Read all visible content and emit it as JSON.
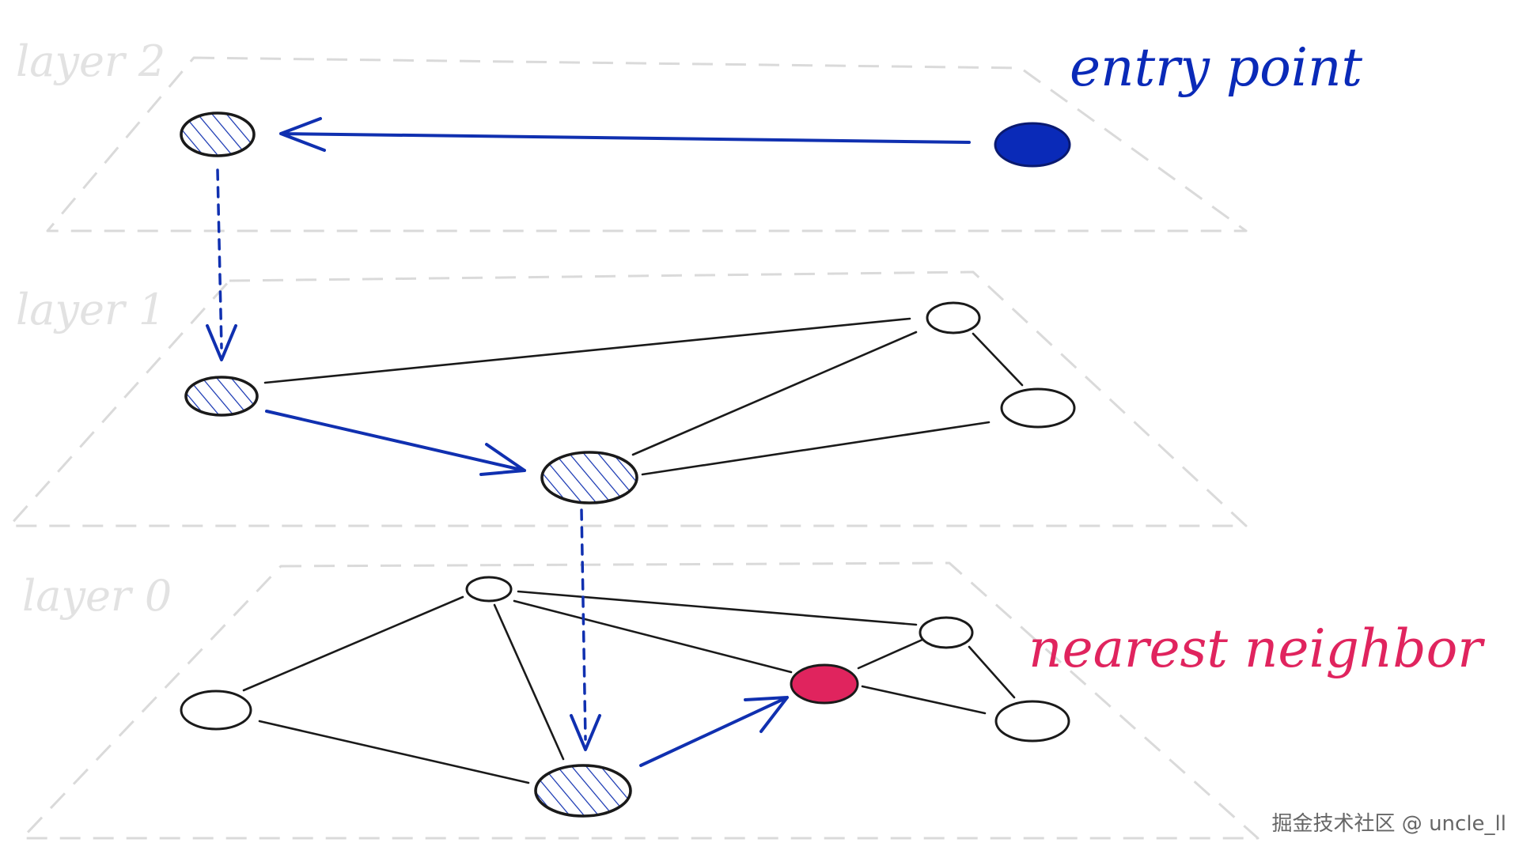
{
  "layers": [
    {
      "id": "layer-2",
      "label": "layer 2"
    },
    {
      "id": "layer-1",
      "label": "layer 1"
    },
    {
      "id": "layer-0",
      "label": "layer 0"
    }
  ],
  "callouts": {
    "entry_point": "entry point",
    "nearest_neighbor": "nearest neighbor"
  },
  "colors": {
    "search_path": "#1030b0",
    "entry_point": "#0a2ab8",
    "nearest_neighbor": "#e0245e",
    "plane_outline": "#dadada",
    "layer_label": "#e2e2e2"
  },
  "watermark": "掘金技术社区 @ uncle_ll"
}
